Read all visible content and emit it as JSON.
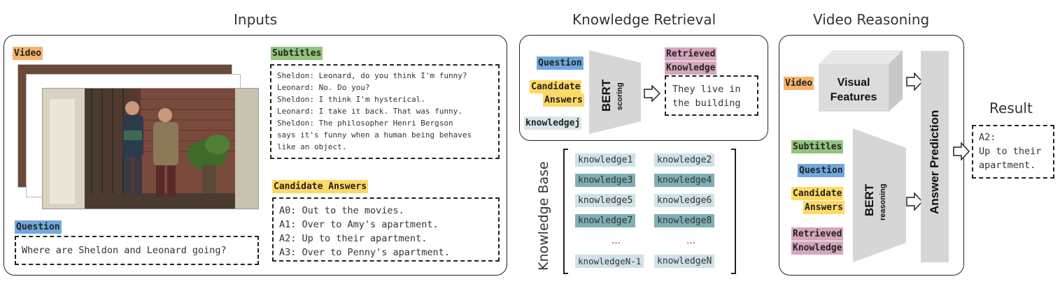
{
  "sections": {
    "inputs": "Inputs",
    "knowledge_retrieval": "Knowledge Retrieval",
    "video_reasoning": "Video Reasoning",
    "result": "Result"
  },
  "inputs": {
    "video_tag": "Video",
    "subtitles_tag": "Subtitles",
    "subtitles_lines": [
      "Sheldon: Leonard, do you think I'm funny?",
      "Leonard: No. Do you?",
      "Sheldon: I think I'm hysterical.",
      "Leonard: I take it back. That was funny.",
      "Sheldon: The philosopher Henri Bergson",
      "says it's funny when a human being behaves",
      "like an object."
    ],
    "candidate_tag": "Candidate Answers",
    "answers": [
      "A0: Out to the movies.",
      "A1: Over to Amy's apartment.",
      "A2: Up to their apartment.",
      "A3: Over to Penny's apartment."
    ],
    "question_tag": "Question",
    "question_text": "Where are Sheldon and Leonard going?"
  },
  "retrieval": {
    "question_tag": "Question",
    "candidate_tag_1": "Candidate",
    "candidate_tag_2": "Answers",
    "knowledge_tag": "knowledgej",
    "bert_label": "BERT",
    "bert_sub": "scoring",
    "retrieved_tag_1": "Retrieved",
    "retrieved_tag_2": "Knowledge",
    "retrieved_text_1": "They live in",
    "retrieved_text_2": "the building",
    "kb_label": "Knowledge Base",
    "kb_items": [
      [
        "knowledge1",
        "knowledge2"
      ],
      [
        "knowledge3",
        "knowledge4"
      ],
      [
        "knowledge5",
        "knowledge6"
      ],
      [
        "knowledge7",
        "knowledge8"
      ]
    ],
    "kb_ellipsis": "…",
    "kb_last_left": "knowledgeN-1",
    "kb_last_right": "knowledgeN"
  },
  "reasoning": {
    "video_tag": "Video",
    "visual_1": "Visual",
    "visual_2": "Features",
    "subtitles_tag": "Subtitles",
    "question_tag": "Question",
    "candidate_tag_1": "Candidate",
    "candidate_tag_2": "Answers",
    "retrieved_tag_1": "Retrieved",
    "retrieved_tag_2": "Knowledge",
    "bert_label": "BERT",
    "bert_sub": "reasoning",
    "answer_prediction": "Answer Prediction"
  },
  "result": {
    "line1": "A2:",
    "line2": "Up to their",
    "line3": "apartment."
  }
}
